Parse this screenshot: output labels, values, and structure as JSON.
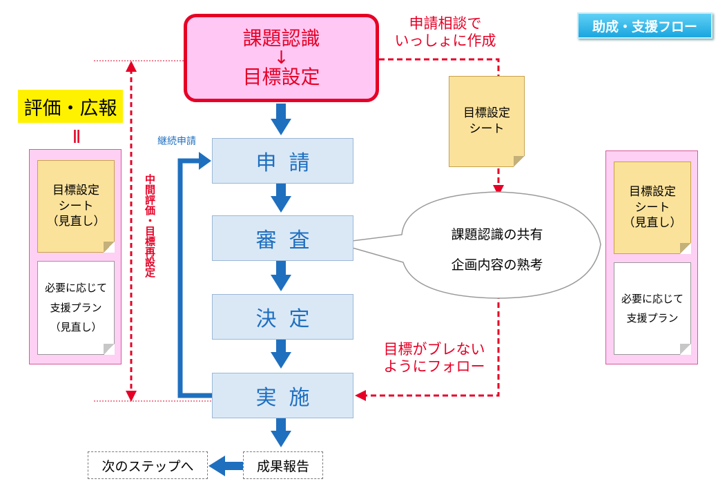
{
  "badge": "助成・支援フロー",
  "top_box": {
    "line1": "課題認識",
    "arrow": "↓",
    "line2": "目標設定"
  },
  "steps": {
    "apply": "申請",
    "review": "審査",
    "decide": "決定",
    "implement": "実施"
  },
  "consult_text": {
    "line1": "申請相談で",
    "line2": "いっしょに作成"
  },
  "follow_text": {
    "line1": "目標がブレない",
    "line2": "ようにフォロー"
  },
  "goal_sheet": {
    "line1": "目標設定",
    "line2": "シート"
  },
  "eval_label": "評価・広報",
  "equals": "Ⅱ",
  "left_panel": {
    "sheet": {
      "line1": "目標設定",
      "line2": "シート",
      "line3": "（見直し）"
    },
    "plan": {
      "line1": "必要に応じて",
      "line2": "支援プラン",
      "line3": "（見直し）"
    }
  },
  "right_panel": {
    "sheet": {
      "line1": "目標設定",
      "line2": "シート",
      "line3": "（見直し）"
    },
    "plan": {
      "line1": "必要に応じて",
      "line2": "支援プラン"
    }
  },
  "mid_eval": "中間評価・目標再設定",
  "continuation": "継続申請",
  "bubble": {
    "line1": "課題認識の共有",
    "line2": "企画内容の熟考"
  },
  "report": "成果報告",
  "next_step": "次のステップへ",
  "colors": {
    "accent_red": "#e60026",
    "flow_blue": "#1f6fbf",
    "step_fill": "#dae8f6",
    "pink": "#ffc8f4"
  }
}
